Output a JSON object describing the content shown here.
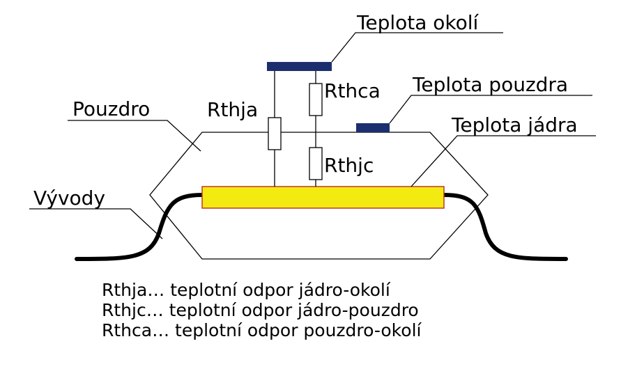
{
  "labels": {
    "teplota_okoli": "Teplota okolí",
    "teplota_pouzdra": "Teplota pouzdra",
    "teplota_jadra": "Teplota jádra",
    "pouzdro": "Pouzdro",
    "vyvody": "Vývody",
    "rthja": "Rthja",
    "rthca": "Rthca",
    "rthjc": "Rthjc"
  },
  "legend": [
    "Rthja… teplotní odpor jádro-okolí",
    "Rthjc… teplotní odpor jádro-pouzdro",
    "Rthca… teplotní odpor pouzdro-okolí"
  ],
  "colors": {
    "sensor_plate": "#1b2f6e",
    "chip_fill": "#f2ea10",
    "chip_border": "#c0392b",
    "line": "#000000"
  }
}
